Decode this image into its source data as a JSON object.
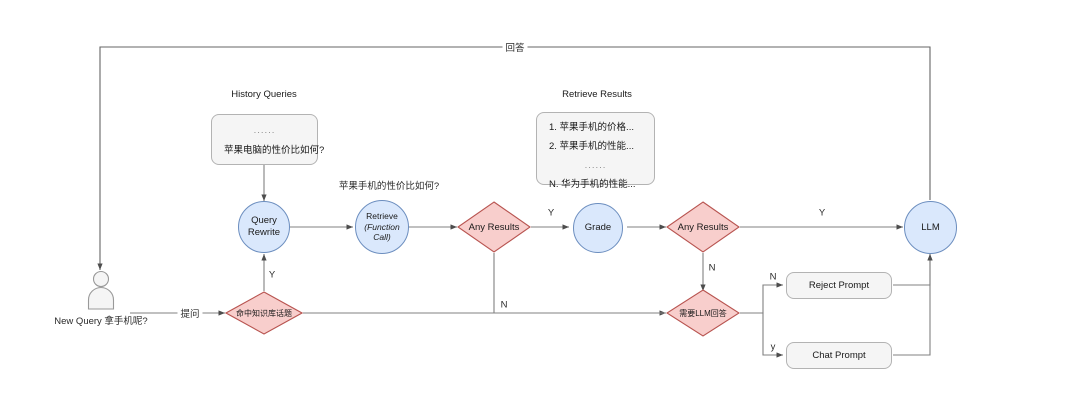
{
  "diagram": {
    "title_history": "History Queries",
    "title_retrieve": "Retrieve Results"
  },
  "history_box": {
    "ellipsis": "......",
    "query": "苹果电脑的性价比如何?"
  },
  "retrieve_box": {
    "item1": "1. 苹果手机的价格...",
    "item2": "2. 苹果手机的性能...",
    "ellipsis": "......",
    "itemN": "N. 华为手机的性能..."
  },
  "nodes": {
    "query_rewrite": "Query\nRewrite",
    "query_rewrite_line1": "Query",
    "query_rewrite_line2": "Rewrite",
    "retrieve_line1": "Retrieve",
    "retrieve_line2": "(Function",
    "retrieve_line3": "Call)",
    "any_results_1": "Any Results",
    "grade": "Grade",
    "any_results_2": "Any Results",
    "llm": "LLM",
    "hit_kb": "命中知识库话题",
    "need_llm": "需要LLM回答",
    "reject_prompt": "Reject Prompt",
    "chat_prompt": "Chat Prompt"
  },
  "labels": {
    "new_query": "New Query 拿手机呢?",
    "rewritten_query": "苹果手机的性价比如何?",
    "ask": "提问",
    "answer": "回答",
    "y_kb": "Y",
    "n_any1": "N",
    "y_grade": "Y",
    "n_any2": "N",
    "y_llm": "Y",
    "n_reject": "N",
    "y_chat": "y"
  },
  "colors": {
    "node_blue_fill": "#dae8fc",
    "node_blue_stroke": "#6c8ebf",
    "decision_pink_fill": "#f8cecc",
    "decision_pink_stroke": "#b85450",
    "box_grey_fill": "#f5f5f5",
    "box_grey_stroke": "#b3b3b3",
    "edge_stroke": "#808080",
    "actor_fill": "#f5f5f5",
    "actor_stroke": "#999999"
  }
}
